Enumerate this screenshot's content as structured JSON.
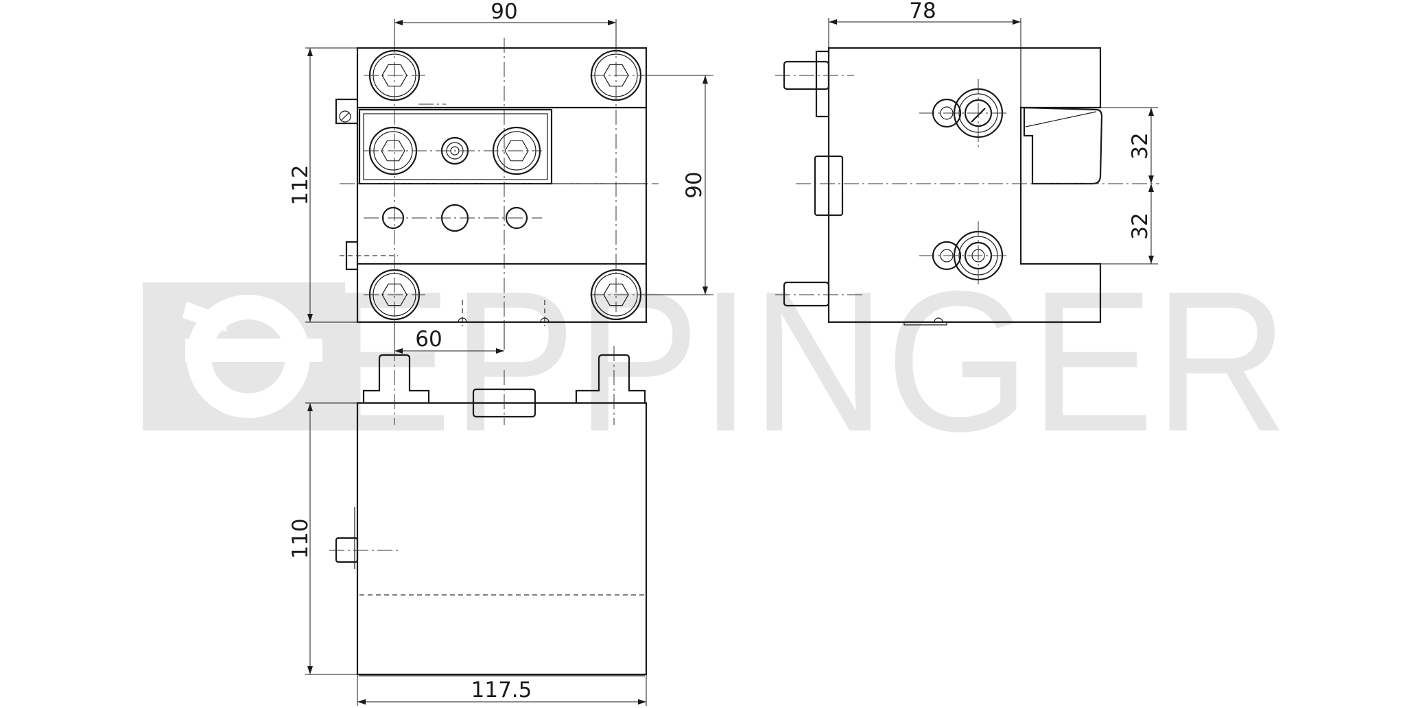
{
  "watermark": {
    "text": "EPPINGER",
    "color": "#e6e6e6"
  },
  "line_color": "#1a1a1a",
  "views": {
    "top": {
      "dimensions": {
        "bolt_spacing": "90",
        "overall_height": "112",
        "inner_height": "90",
        "pin_offset": "60"
      }
    },
    "side": {
      "dimensions": {
        "width": "78",
        "upper_offset": "32",
        "lower_offset": "32"
      }
    },
    "front": {
      "dimensions": {
        "height": "110",
        "width": "117.5"
      }
    }
  }
}
